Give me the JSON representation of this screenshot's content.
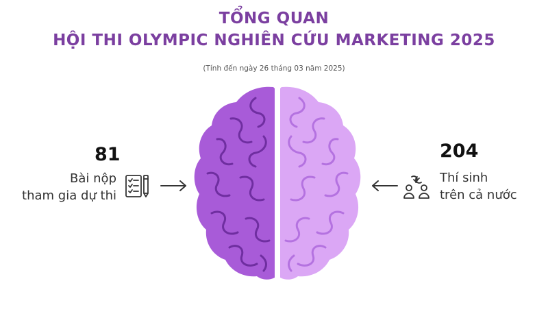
{
  "header": {
    "title_line1": "TỔNG QUAN",
    "title_line2": "HỘI THI OLYMPIC NGHIÊN CỨU MARKETING 2025",
    "subtitle": "(Tính đến ngày 26 tháng 03 năm 2025)"
  },
  "left_stat": {
    "value": "81",
    "label_line1": "Bài nộp",
    "label_line2": "tham gia dự thi",
    "icon": "document-checklist-icon"
  },
  "right_stat": {
    "value": "204",
    "label_line1": "Thí sinh",
    "label_line2": "trên cả nước",
    "icon": "people-icon"
  },
  "colors": {
    "title": "#7b3fa0",
    "brain_left": "#a85bd8",
    "brain_right": "#dba7f5",
    "brain_left_line": "#6f2ea0",
    "brain_right_line": "#b472e0"
  }
}
